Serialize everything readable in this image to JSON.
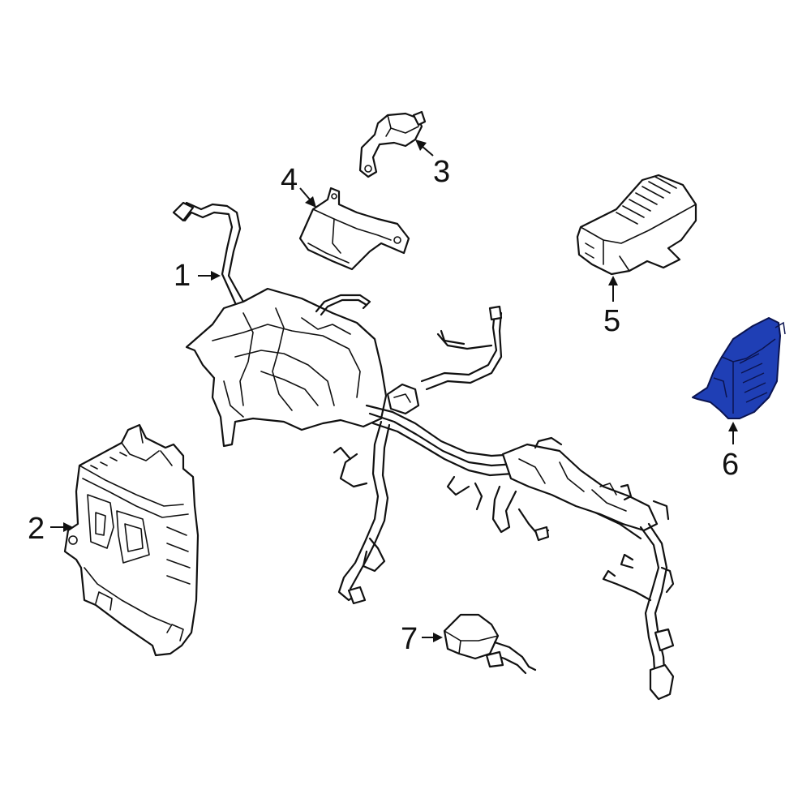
{
  "callouts": {
    "c1": "1",
    "c2": "2",
    "c3": "3",
    "c4": "4",
    "c5": "5",
    "c6": "6",
    "c7": "7"
  },
  "highlight_color": "#1f3fb5",
  "highlighted_part": "6"
}
